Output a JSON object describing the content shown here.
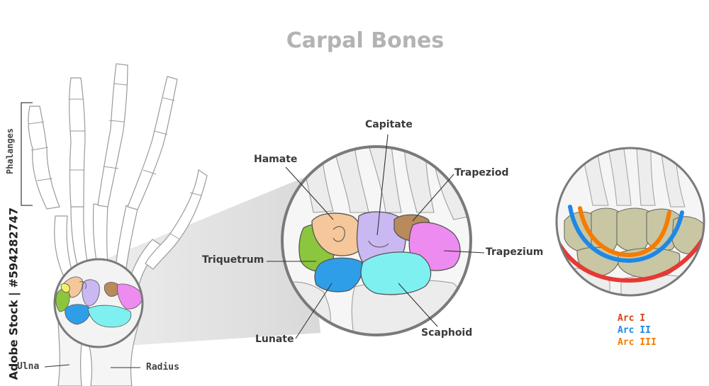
{
  "title": "Carpal Bones",
  "labels": {
    "phalanges": "Phalanges",
    "ulna": "Ulna",
    "radius": "Radius",
    "hamate": "Hamate",
    "capitate": "Capitate",
    "trapeziod": "Trapeziod",
    "trapezium": "Trapezium",
    "triquetrum": "Triquetrum",
    "lunate": "Lunate",
    "scaphoid": "Scaphoid"
  },
  "arcs": [
    {
      "label": "Arc I",
      "color": "#e53935"
    },
    {
      "label": "Arc II",
      "color": "#1e88e5"
    },
    {
      "label": "Arc III",
      "color": "#f57c00"
    }
  ],
  "watermark": "Adobe Stock | #594282747",
  "bone_colors": {
    "hamate": "#f6c79a",
    "capitate": "#c9b8f2",
    "trapeziod": "#b98a5c",
    "trapezium": "#ee8bf0",
    "triquetrum": "#8cc63f",
    "lunate": "#2f9ee8",
    "scaphoid": "#7ff0f0",
    "pisiform": "#f4f06a"
  }
}
